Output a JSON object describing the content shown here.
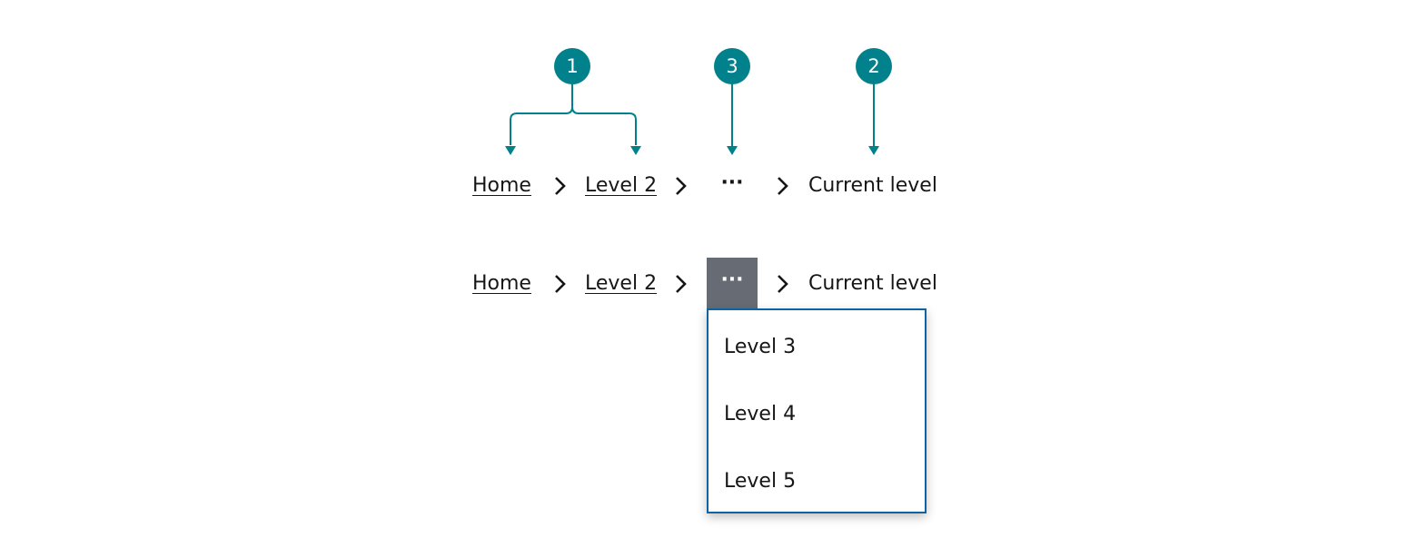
{
  "colors": {
    "callout": "#00818c",
    "text": "#161616",
    "overflow_active_bg": "#676b73",
    "overflow_active_fg": "#ffffff",
    "menu_border": "#0f62a4"
  },
  "callouts": [
    {
      "label": "1"
    },
    {
      "label": "3"
    },
    {
      "label": "2"
    }
  ],
  "breadcrumb_default": {
    "home": "Home",
    "level2": "Level 2",
    "overflow": "···",
    "current": "Current level",
    "separator_icon": "chevron-right-icon"
  },
  "breadcrumb_expanded": {
    "home": "Home",
    "level2": "Level 2",
    "overflow": "···",
    "current": "Current level",
    "separator_icon": "chevron-right-icon"
  },
  "overflow_menu": {
    "items": [
      "Level 3",
      "Level 4",
      "Level 5"
    ]
  }
}
